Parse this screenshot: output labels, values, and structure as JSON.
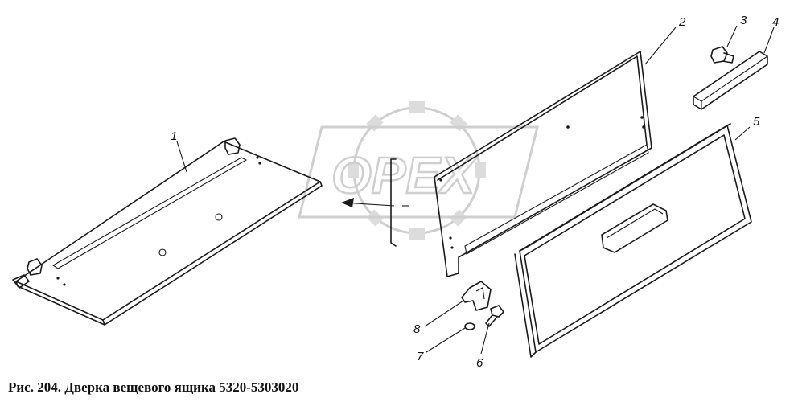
{
  "watermark": {
    "text": "OPEX"
  },
  "callouts": [
    {
      "num": "1"
    },
    {
      "num": "2"
    },
    {
      "num": "3"
    },
    {
      "num": "4"
    },
    {
      "num": "5"
    },
    {
      "num": "6"
    },
    {
      "num": "7"
    },
    {
      "num": "8"
    }
  ],
  "caption": "Рис. 204. Дверка вещевого ящика 5320-5303020"
}
